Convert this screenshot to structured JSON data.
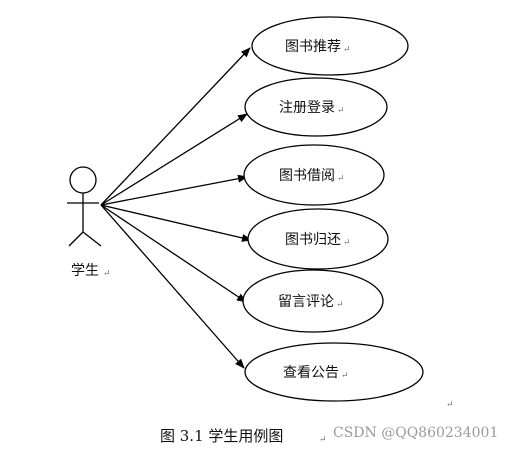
{
  "diagram": {
    "actor": {
      "name": "学生"
    },
    "use_cases": [
      {
        "label": "图书推荐"
      },
      {
        "label": "注册登录"
      },
      {
        "label": "图书借阅"
      },
      {
        "label": "图书归还"
      },
      {
        "label": "留言评论"
      },
      {
        "label": "查看公告"
      }
    ],
    "caption": "图 3.1 学生用例图",
    "paragraph_mark": "↵",
    "line_color": "#000000"
  },
  "watermark": {
    "text": "CSDN @QQ860234001"
  }
}
